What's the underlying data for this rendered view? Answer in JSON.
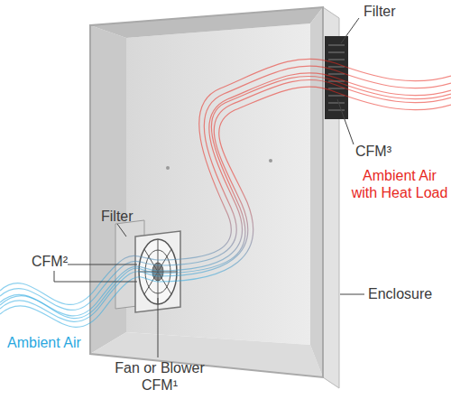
{
  "diagram": {
    "labels": [
      "Filter",
      "CFM³",
      "Ambient Air with Heat Load",
      "Enclosure",
      "Filter",
      "CFM²",
      "Ambient Air",
      "Fan or Blower CFM¹"
    ]
  }
}
